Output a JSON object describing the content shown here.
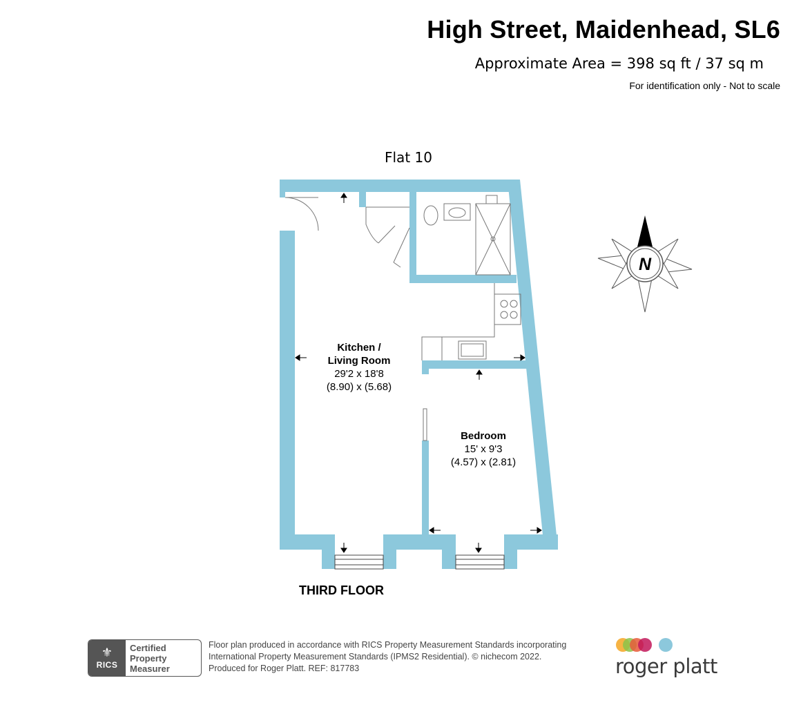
{
  "header": {
    "title": "High Street, Maidenhead, SL6",
    "area": "Approximate Area = 398 sq ft / 37 sq m",
    "note": "For identification only - Not to scale"
  },
  "plan": {
    "flat_label": "Flat 10",
    "floor_label": "THIRD FLOOR",
    "wall_color": "#8cc8dc",
    "rooms": {
      "kitchen": {
        "name_line1": "Kitchen /",
        "name_line2": "Living Room",
        "dim_imperial": "29'2 x 18'8",
        "dim_metric": "(8.90) x (5.68)"
      },
      "bedroom": {
        "name": "Bedroom",
        "dim_imperial": "15' x 9'3",
        "dim_metric": "(4.57) x (2.81)"
      }
    },
    "compass": {
      "label": "N",
      "icon": "compass-rose-icon"
    }
  },
  "footer": {
    "rics": {
      "mark": "⚜",
      "word": "RICS",
      "line1": "Certified",
      "line2": "Property",
      "line3": "Measurer"
    },
    "text_line1": "Floor plan produced in accordance with RICS Property Measurement Standards incorporating",
    "text_line2": "International Property Measurement Standards (IPMS2 Residential).   © nichecom 2022.",
    "text_line3": "Produced for Roger Platt.   REF:  817783",
    "brand": {
      "name": "roger platt",
      "dot_colors": [
        "#f5a623",
        "#8bc34a",
        "#e85a3a",
        "#c2185b",
        "#8cc8dc"
      ]
    }
  }
}
